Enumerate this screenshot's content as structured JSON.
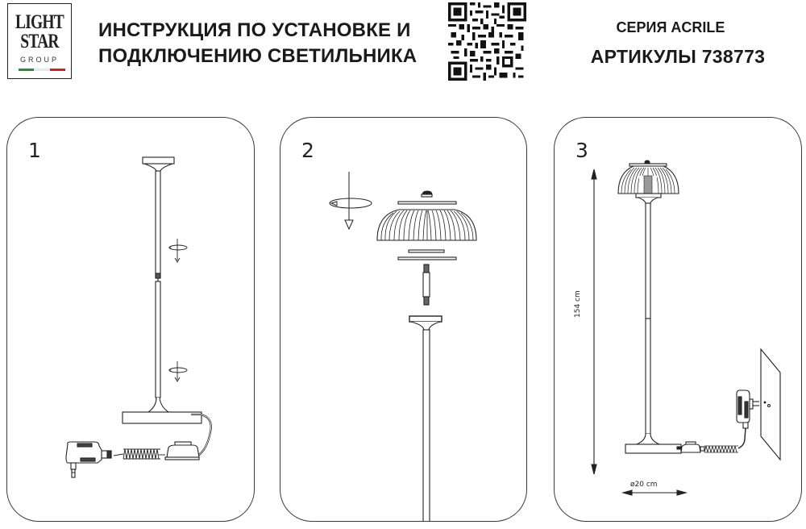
{
  "header": {
    "logo": {
      "line1": "LIGHT",
      "line2": "STAR",
      "line3": "GROUP",
      "flag_colors": [
        "#2e8b3e",
        "#ffffff",
        "#c0272d"
      ]
    },
    "title_line1": "ИНСТРУКЦИЯ ПО УСТАНОВКЕ И",
    "title_line2": "ПОДКЛЮЧЕНИЮ СВЕТИЛЬНИКА",
    "qr_code": "qr-code",
    "series": "СЕРИЯ ACRILE",
    "articles": "АРТИКУЛЫ 738773"
  },
  "panels": [
    {
      "step": "1",
      "description_icons": [
        "lamp-base-icon",
        "pole-segment-icon",
        "screw-rotate-icon",
        "foot-switch-icon",
        "coiled-cable-icon",
        "power-adapter-icon"
      ]
    },
    {
      "step": "2",
      "description_icons": [
        "rotate-screw-icon",
        "lamp-shade-icon",
        "threaded-rod-icon",
        "pole-top-icon"
      ]
    },
    {
      "step": "3",
      "height_label": "154 cm",
      "diameter_label": "ø20 cm",
      "description_icons": [
        "assembled-lamp-icon",
        "foot-switch-icon",
        "power-adapter-icon",
        "wall-socket-icon"
      ]
    }
  ],
  "colors": {
    "line": "#222222",
    "border": "#3a3a3a",
    "background": "#ffffff"
  }
}
